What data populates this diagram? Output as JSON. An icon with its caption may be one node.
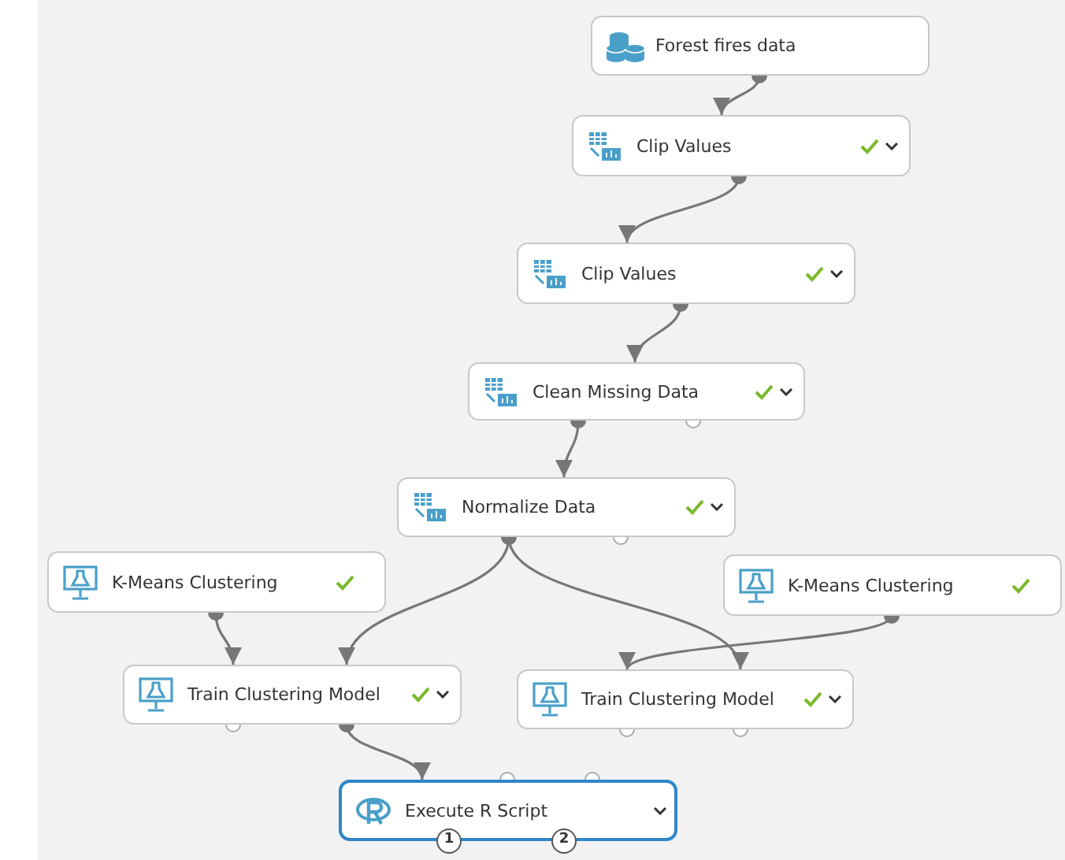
{
  "diagram": {
    "nodes": [
      {
        "text": [
          "Forest fires data"
        ]
      },
      {
        "text": [
          "Clip Values"
        ]
      },
      {
        "text": [
          "Clip Values"
        ]
      },
      {
        "text": [
          "Clean Missing Data"
        ]
      },
      {
        "text": [
          "Normalize Data"
        ]
      },
      {
        "text": [
          "K-Means Clustering"
        ]
      },
      {
        "text": [
          "K-Means Clustering"
        ]
      },
      {
        "text": [
          "Train Clustering Model"
        ]
      },
      {
        "text": [
          "Train Clustering Model"
        ]
      },
      {
        "text": [
          "Execute R Script"
        ]
      }
    ],
    "edges": [
      {
        "from": 0,
        "to": 1,
        "arrow": "to"
      },
      {
        "from": 1,
        "to": 2,
        "arrow": "to"
      },
      {
        "from": 2,
        "to": 3,
        "arrow": "to"
      },
      {
        "from": 3,
        "to": 4,
        "arrow": "to"
      },
      {
        "from": 4,
        "to": 7,
        "arrow": "to"
      },
      {
        "from": 4,
        "to": 8,
        "arrow": "to"
      },
      {
        "from": 5,
        "to": 7,
        "arrow": "to"
      },
      {
        "from": 6,
        "to": 8,
        "arrow": "to"
      },
      {
        "from": 7,
        "to": 9,
        "arrow": "to"
      }
    ],
    "labels": [
      "1",
      "2"
    ]
  }
}
